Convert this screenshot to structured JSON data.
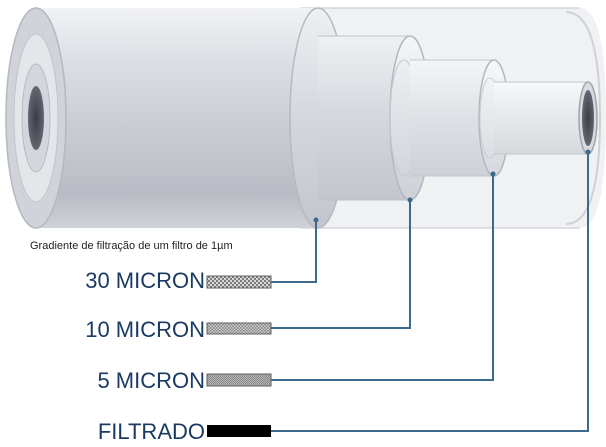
{
  "caption": "Gradiente de filtração de um filtro de 1µm",
  "layers": [
    {
      "label": "30 MICRON"
    },
    {
      "label": "10 MICRON"
    },
    {
      "label": "5 MICRON"
    },
    {
      "label": "FILTRADO"
    }
  ],
  "colors": {
    "label_text": "#1a3a64",
    "connector": "#3b6a8c",
    "filtrado_swatch": "#000000",
    "mesh_swatch": "#9a9a9a"
  }
}
